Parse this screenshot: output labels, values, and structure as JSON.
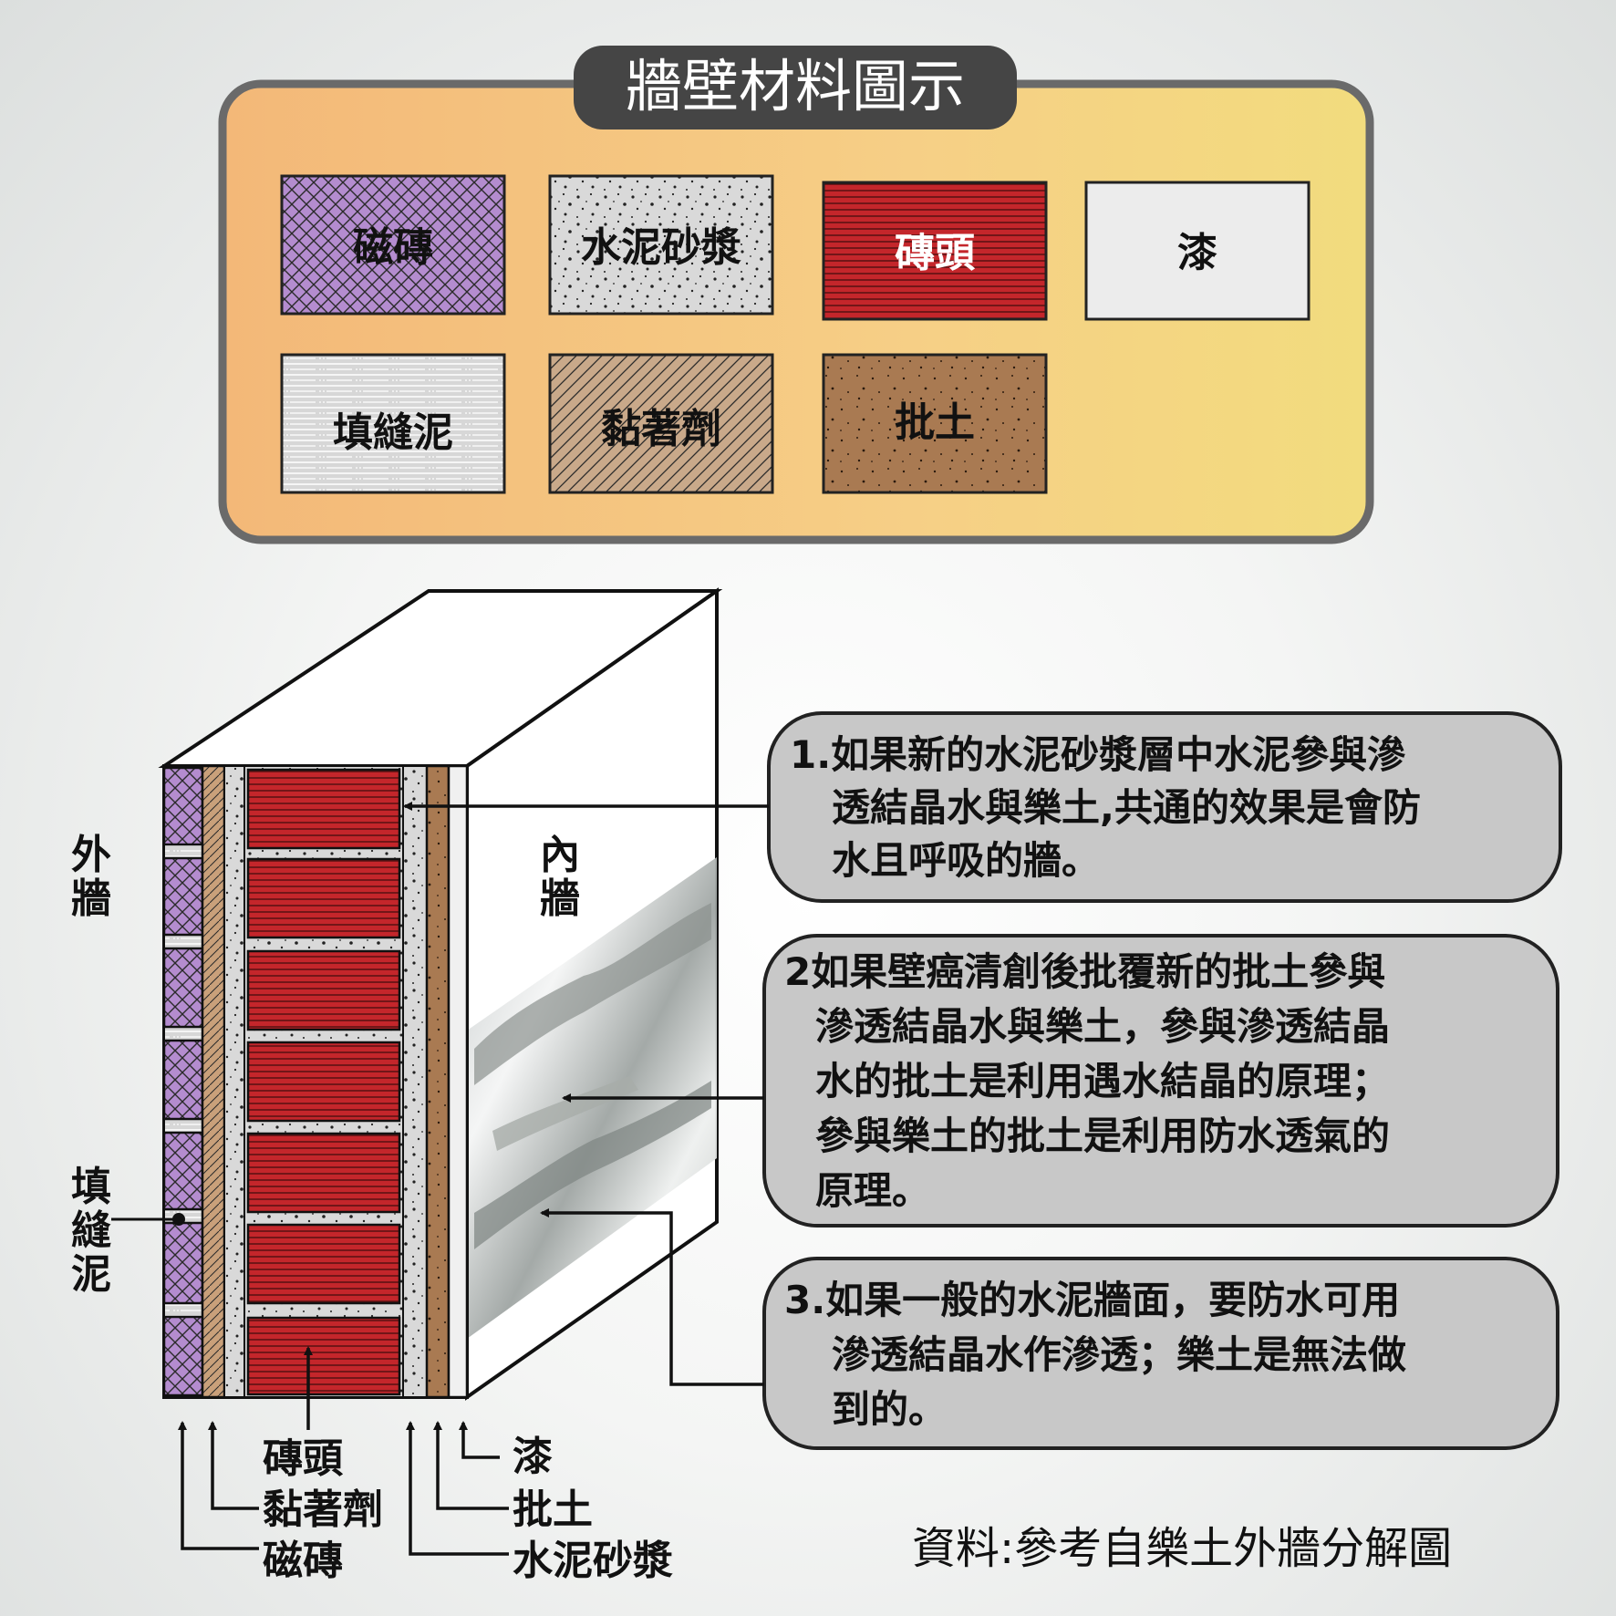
{
  "legend": {
    "title": "牆壁材料圖示",
    "items": [
      {
        "key": "tile",
        "label": "磁磚"
      },
      {
        "key": "mortar",
        "label": "水泥砂漿"
      },
      {
        "key": "brick",
        "label": "磚頭"
      },
      {
        "key": "paint",
        "label": "漆"
      },
      {
        "key": "grout",
        "label": "填縫泥"
      },
      {
        "key": "adhesive",
        "label": "黏著劑"
      },
      {
        "key": "putty",
        "label": "批土"
      }
    ]
  },
  "wall": {
    "outer_label_chars": [
      "外",
      "牆"
    ],
    "inner_label_chars": [
      "內",
      "牆"
    ],
    "grout_label_chars": [
      "填",
      "縫",
      "泥"
    ]
  },
  "bottom_labels": {
    "brick": "磚頭",
    "adhesive": "黏著劑",
    "tile": "磁磚",
    "paint": "漆",
    "putty": "批土",
    "mortar": "水泥砂漿"
  },
  "notes": [
    {
      "lines": [
        "1.如果新的水泥砂漿層中水泥參與滲",
        "透結晶水與樂土,共通的效果是會防",
        "水且呼吸的牆。"
      ]
    },
    {
      "lines": [
        "2如果壁癌清創後批覆新的批土參與",
        "滲透結晶水與樂土，參與滲透結晶",
        "水的批土是利用遇水結晶的原理；",
        "參與樂土的批土是利用防水透氣的",
        "原理。"
      ]
    },
    {
      "lines": [
        "3.如果一般的水泥牆面，要防水可用",
        "滲透結晶水作滲透；樂土是無法做",
        "到的。"
      ]
    }
  ],
  "source": "資料:參考自樂土外牆分解圖",
  "colors": {
    "tile": "#b48ccf",
    "mortar": "#d8d8d8",
    "brick": "#c0282c",
    "paint": "#ececec",
    "grout": "#d6d6d6",
    "adhesive": "#c9a98a",
    "putty": "#a87a52",
    "legend_panel": "#f4c27e",
    "title_bar": "#444444",
    "note_box": "#c8c8c8"
  }
}
